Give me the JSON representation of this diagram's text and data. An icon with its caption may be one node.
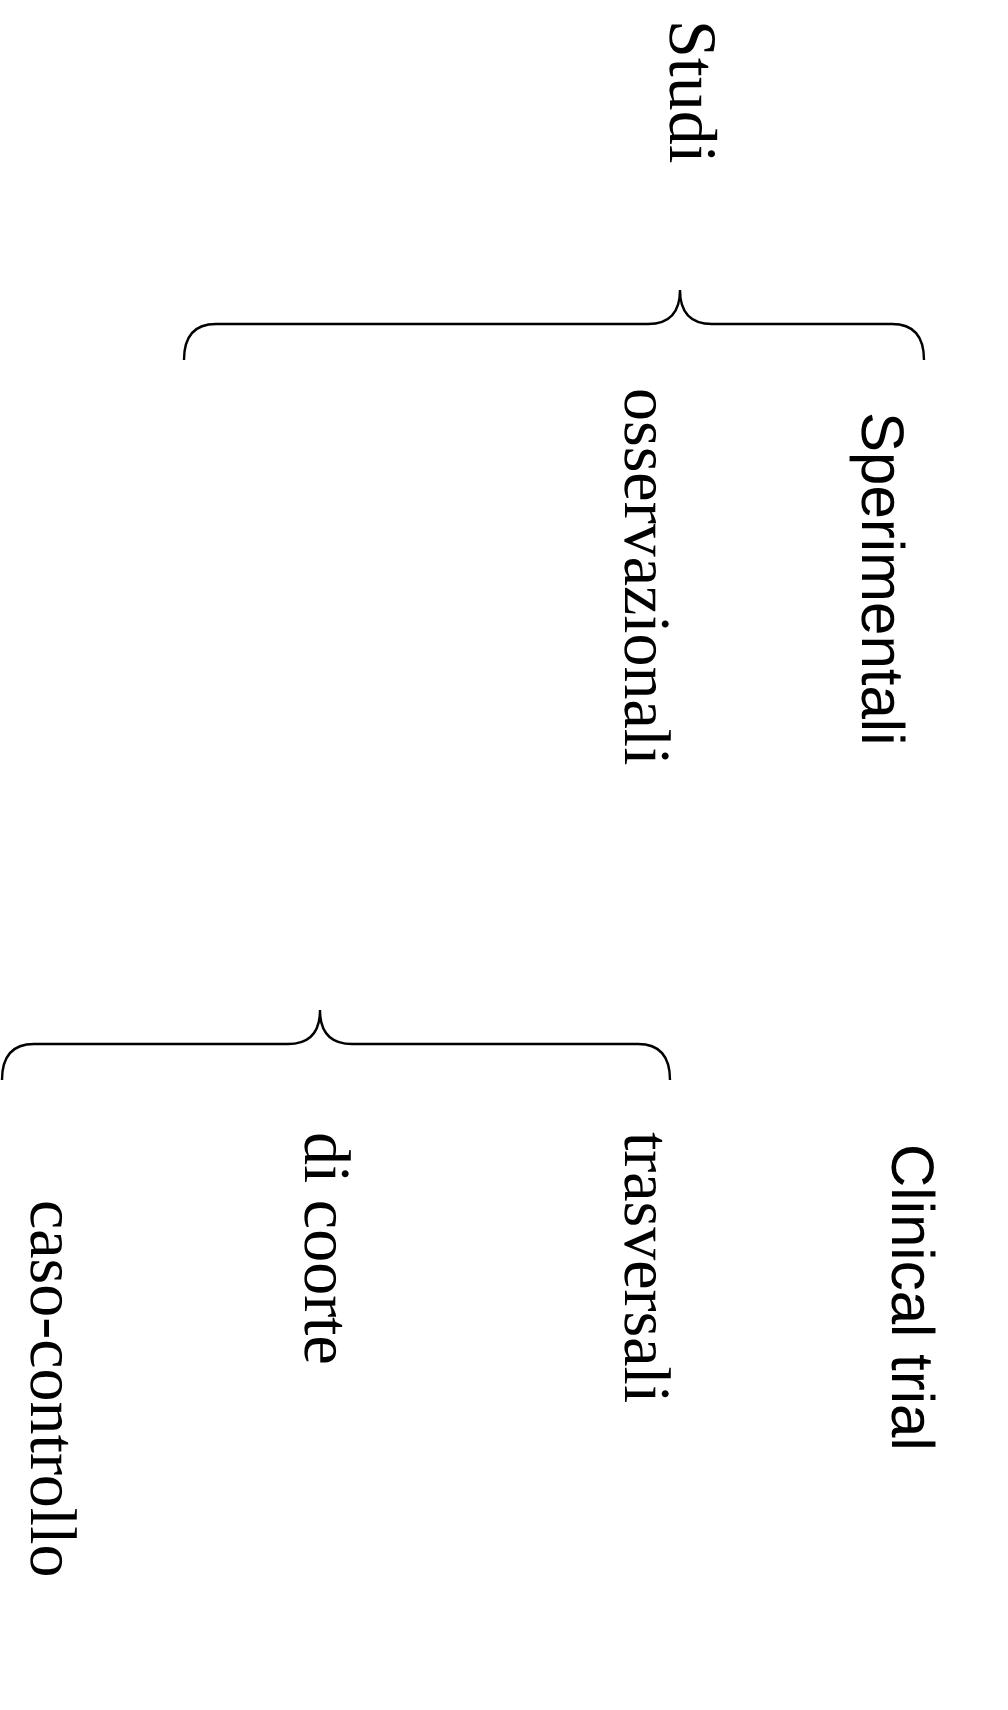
{
  "diagram": {
    "nodes": [
      {
        "text": [
          "Studi"
        ]
      },
      {
        "text": [
          "Sperimentali"
        ]
      },
      {
        "text": [
          "osservazionali"
        ]
      },
      {
        "text": [
          "Clinical trial"
        ]
      },
      {
        "text": [
          "trasversali"
        ]
      },
      {
        "text": [
          "di coorte"
        ]
      },
      {
        "text": [
          "caso-controllo"
        ]
      }
    ]
  }
}
